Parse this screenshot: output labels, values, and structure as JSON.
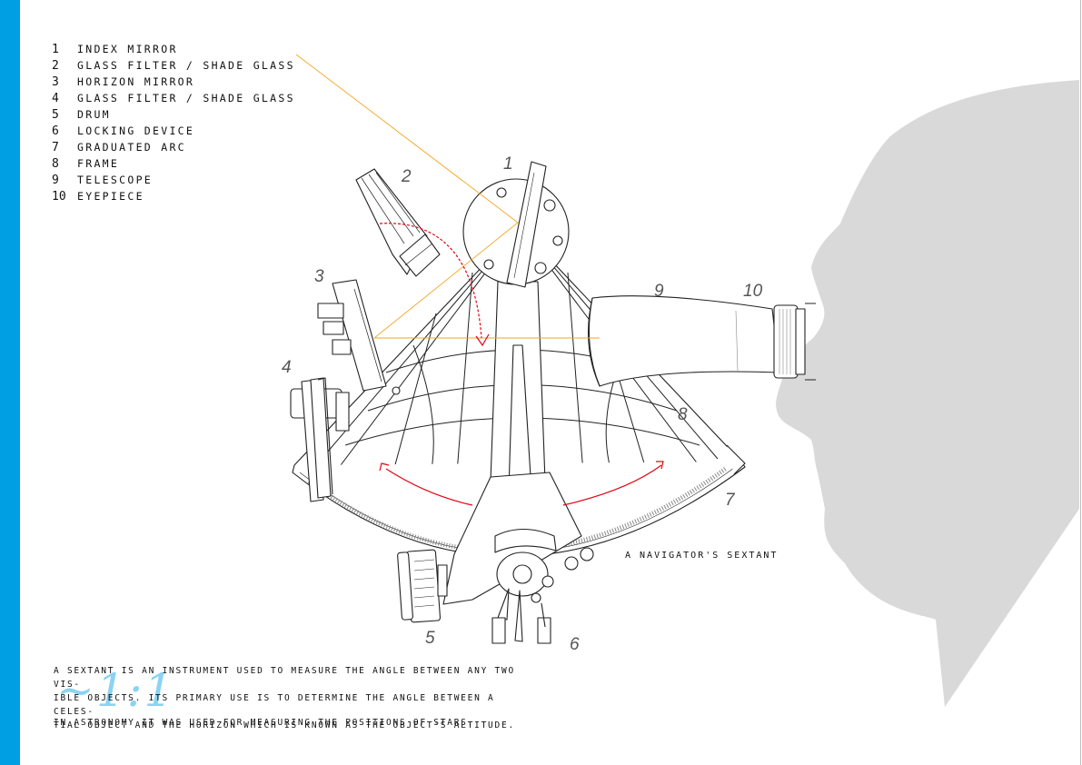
{
  "legend": {
    "items": [
      {
        "num": "1",
        "label": "INDEX MIRROR"
      },
      {
        "num": "2",
        "label": "GLASS FILTER / SHADE GLASS"
      },
      {
        "num": "3",
        "label": "HORIZON MIRROR"
      },
      {
        "num": "4",
        "label": "GLASS FILTER / SHADE GLASS"
      },
      {
        "num": "5",
        "label": "DRUM"
      },
      {
        "num": "6",
        "label": "LOCKING DEVICE"
      },
      {
        "num": "7",
        "label": "GRADUATED ARC"
      },
      {
        "num": "8",
        "label": "FRAME"
      },
      {
        "num": "9",
        "label": "TELESCOPE"
      },
      {
        "num": "10",
        "label": "EYEPIECE"
      }
    ]
  },
  "callouts": [
    "1",
    "2",
    "3",
    "4",
    "5",
    "6",
    "7",
    "8",
    "9",
    "10"
  ],
  "caption": "A NAVIGATOR'S SEXTANT",
  "description": {
    "line1": "A SEXTANT IS AN INSTRUMENT USED TO MEASURE THE ANGLE BETWEEN ANY TWO VIS-",
    "line2": "IBLE OBJECTS. ITS PRIMARY USE IS TO DETERMINE THE ANGLE BETWEEN A CELES-",
    "line3": "TIAL OBJECT AND THE HORIZON WHICH IS KNOWN AS THE OBJECT'S ALTITUDE.",
    "line4": "IN ASTRONOMY IT WAS USED FOR MEASURING THE POSITIONS OF STARS."
  },
  "scale": "~1:1",
  "colors": {
    "accent_blue": "#009ee3",
    "light_ray": "#f5a623",
    "motion_arrow": "#e30613",
    "silhouette": "#d9d9d9",
    "ink": "#222222"
  }
}
